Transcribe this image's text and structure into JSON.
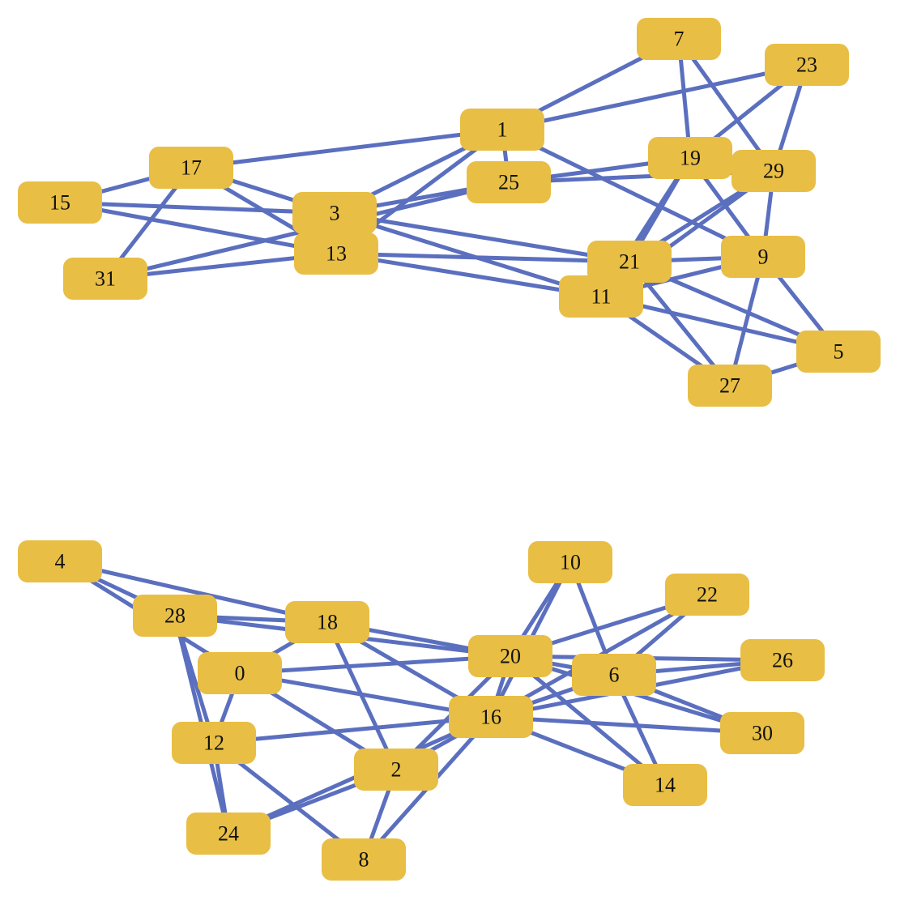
{
  "colors": {
    "node": "#e8be45",
    "edge": "#5b6fbf",
    "label": "#111111",
    "background": "#ffffff"
  },
  "nodes": [
    {
      "id": "0"
    },
    {
      "id": "1"
    },
    {
      "id": "2"
    },
    {
      "id": "3"
    },
    {
      "id": "4"
    },
    {
      "id": "5"
    },
    {
      "id": "6"
    },
    {
      "id": "7"
    },
    {
      "id": "8"
    },
    {
      "id": "9"
    },
    {
      "id": "10"
    },
    {
      "id": "11"
    },
    {
      "id": "12"
    },
    {
      "id": "13"
    },
    {
      "id": "14"
    },
    {
      "id": "15"
    },
    {
      "id": "16"
    },
    {
      "id": "17"
    },
    {
      "id": "18"
    },
    {
      "id": "19"
    },
    {
      "id": "20"
    },
    {
      "id": "21"
    },
    {
      "id": "22"
    },
    {
      "id": "23"
    },
    {
      "id": "24"
    },
    {
      "id": "25"
    },
    {
      "id": "26"
    },
    {
      "id": "27"
    },
    {
      "id": "28"
    },
    {
      "id": "29"
    },
    {
      "id": "30"
    },
    {
      "id": "31"
    }
  ],
  "edges": [
    [
      "1",
      "7"
    ],
    [
      "1",
      "23"
    ],
    [
      "1",
      "17"
    ],
    [
      "1",
      "25"
    ],
    [
      "1",
      "3"
    ],
    [
      "1",
      "13"
    ],
    [
      "1",
      "9"
    ],
    [
      "7",
      "19"
    ],
    [
      "7",
      "29"
    ],
    [
      "23",
      "19"
    ],
    [
      "23",
      "29"
    ],
    [
      "17",
      "15"
    ],
    [
      "17",
      "31"
    ],
    [
      "17",
      "3"
    ],
    [
      "17",
      "13"
    ],
    [
      "15",
      "3"
    ],
    [
      "15",
      "13"
    ],
    [
      "31",
      "13"
    ],
    [
      "31",
      "25"
    ],
    [
      "3",
      "25"
    ],
    [
      "3",
      "21"
    ],
    [
      "3",
      "11"
    ],
    [
      "13",
      "21"
    ],
    [
      "13",
      "11"
    ],
    [
      "25",
      "19"
    ],
    [
      "25",
      "29"
    ],
    [
      "19",
      "21"
    ],
    [
      "19",
      "11"
    ],
    [
      "19",
      "9"
    ],
    [
      "29",
      "21"
    ],
    [
      "29",
      "11"
    ],
    [
      "29",
      "9"
    ],
    [
      "21",
      "9"
    ],
    [
      "21",
      "5"
    ],
    [
      "21",
      "27"
    ],
    [
      "11",
      "9"
    ],
    [
      "11",
      "5"
    ],
    [
      "11",
      "27"
    ],
    [
      "9",
      "5"
    ],
    [
      "9",
      "27"
    ],
    [
      "5",
      "27"
    ],
    [
      "4",
      "28"
    ],
    [
      "4",
      "18"
    ],
    [
      "4",
      "0"
    ],
    [
      "28",
      "18"
    ],
    [
      "28",
      "20"
    ],
    [
      "28",
      "12"
    ],
    [
      "28",
      "24"
    ],
    [
      "18",
      "0"
    ],
    [
      "18",
      "20"
    ],
    [
      "18",
      "16"
    ],
    [
      "18",
      "2"
    ],
    [
      "0",
      "20"
    ],
    [
      "0",
      "12"
    ],
    [
      "0",
      "16"
    ],
    [
      "0",
      "2"
    ],
    [
      "12",
      "16"
    ],
    [
      "12",
      "24"
    ],
    [
      "12",
      "8"
    ],
    [
      "2",
      "24"
    ],
    [
      "2",
      "8"
    ],
    [
      "2",
      "16"
    ],
    [
      "2",
      "20"
    ],
    [
      "24",
      "16"
    ],
    [
      "8",
      "16"
    ],
    [
      "10",
      "20"
    ],
    [
      "10",
      "6"
    ],
    [
      "10",
      "16"
    ],
    [
      "22",
      "20"
    ],
    [
      "22",
      "6"
    ],
    [
      "22",
      "16"
    ],
    [
      "26",
      "20"
    ],
    [
      "26",
      "6"
    ],
    [
      "26",
      "16"
    ],
    [
      "30",
      "20"
    ],
    [
      "30",
      "6"
    ],
    [
      "30",
      "16"
    ],
    [
      "14",
      "20"
    ],
    [
      "14",
      "6"
    ],
    [
      "14",
      "16"
    ],
    [
      "20",
      "6"
    ],
    [
      "6",
      "16"
    ],
    [
      "20",
      "16"
    ]
  ]
}
